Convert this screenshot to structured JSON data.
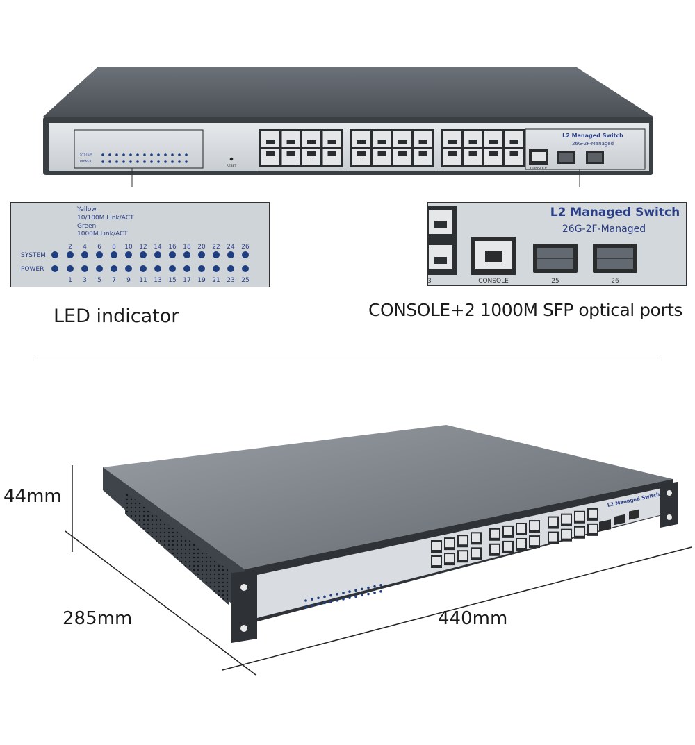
{
  "front_panel": {
    "legend_yellow": "Yellow",
    "legend_yellow_desc": "10/100M Link/ACT",
    "legend_green": "Green",
    "legend_green_desc": "1000M Link/ACT",
    "system_label": "SYSTEM",
    "power_label": "POWER",
    "reset_label": "RESET",
    "console_label": "CONSOLE",
    "model_title": "L2 Managed Switch",
    "model_subtitle": "26G-2F-Managed",
    "led_top_numbers": [
      "2",
      "4",
      "6",
      "8",
      "10",
      "12",
      "14",
      "16",
      "18",
      "20",
      "22",
      "24",
      "26"
    ],
    "led_bottom_numbers": [
      "1",
      "3",
      "5",
      "7",
      "9",
      "11",
      "13",
      "15",
      "17",
      "19",
      "21",
      "23",
      "25"
    ],
    "sfp_labels": [
      "25",
      "26"
    ]
  },
  "captions": {
    "led": "LED indicator",
    "ports": "CONSOLE+2 1000M SFP optical ports"
  },
  "dimensions": {
    "height": "44mm",
    "depth": "285mm",
    "width": "440mm"
  },
  "colors": {
    "chassis": "#4c5258",
    "panel": "#d4d9de",
    "label_blue": "#2b3f86",
    "led_blue": "#1f3e80"
  }
}
